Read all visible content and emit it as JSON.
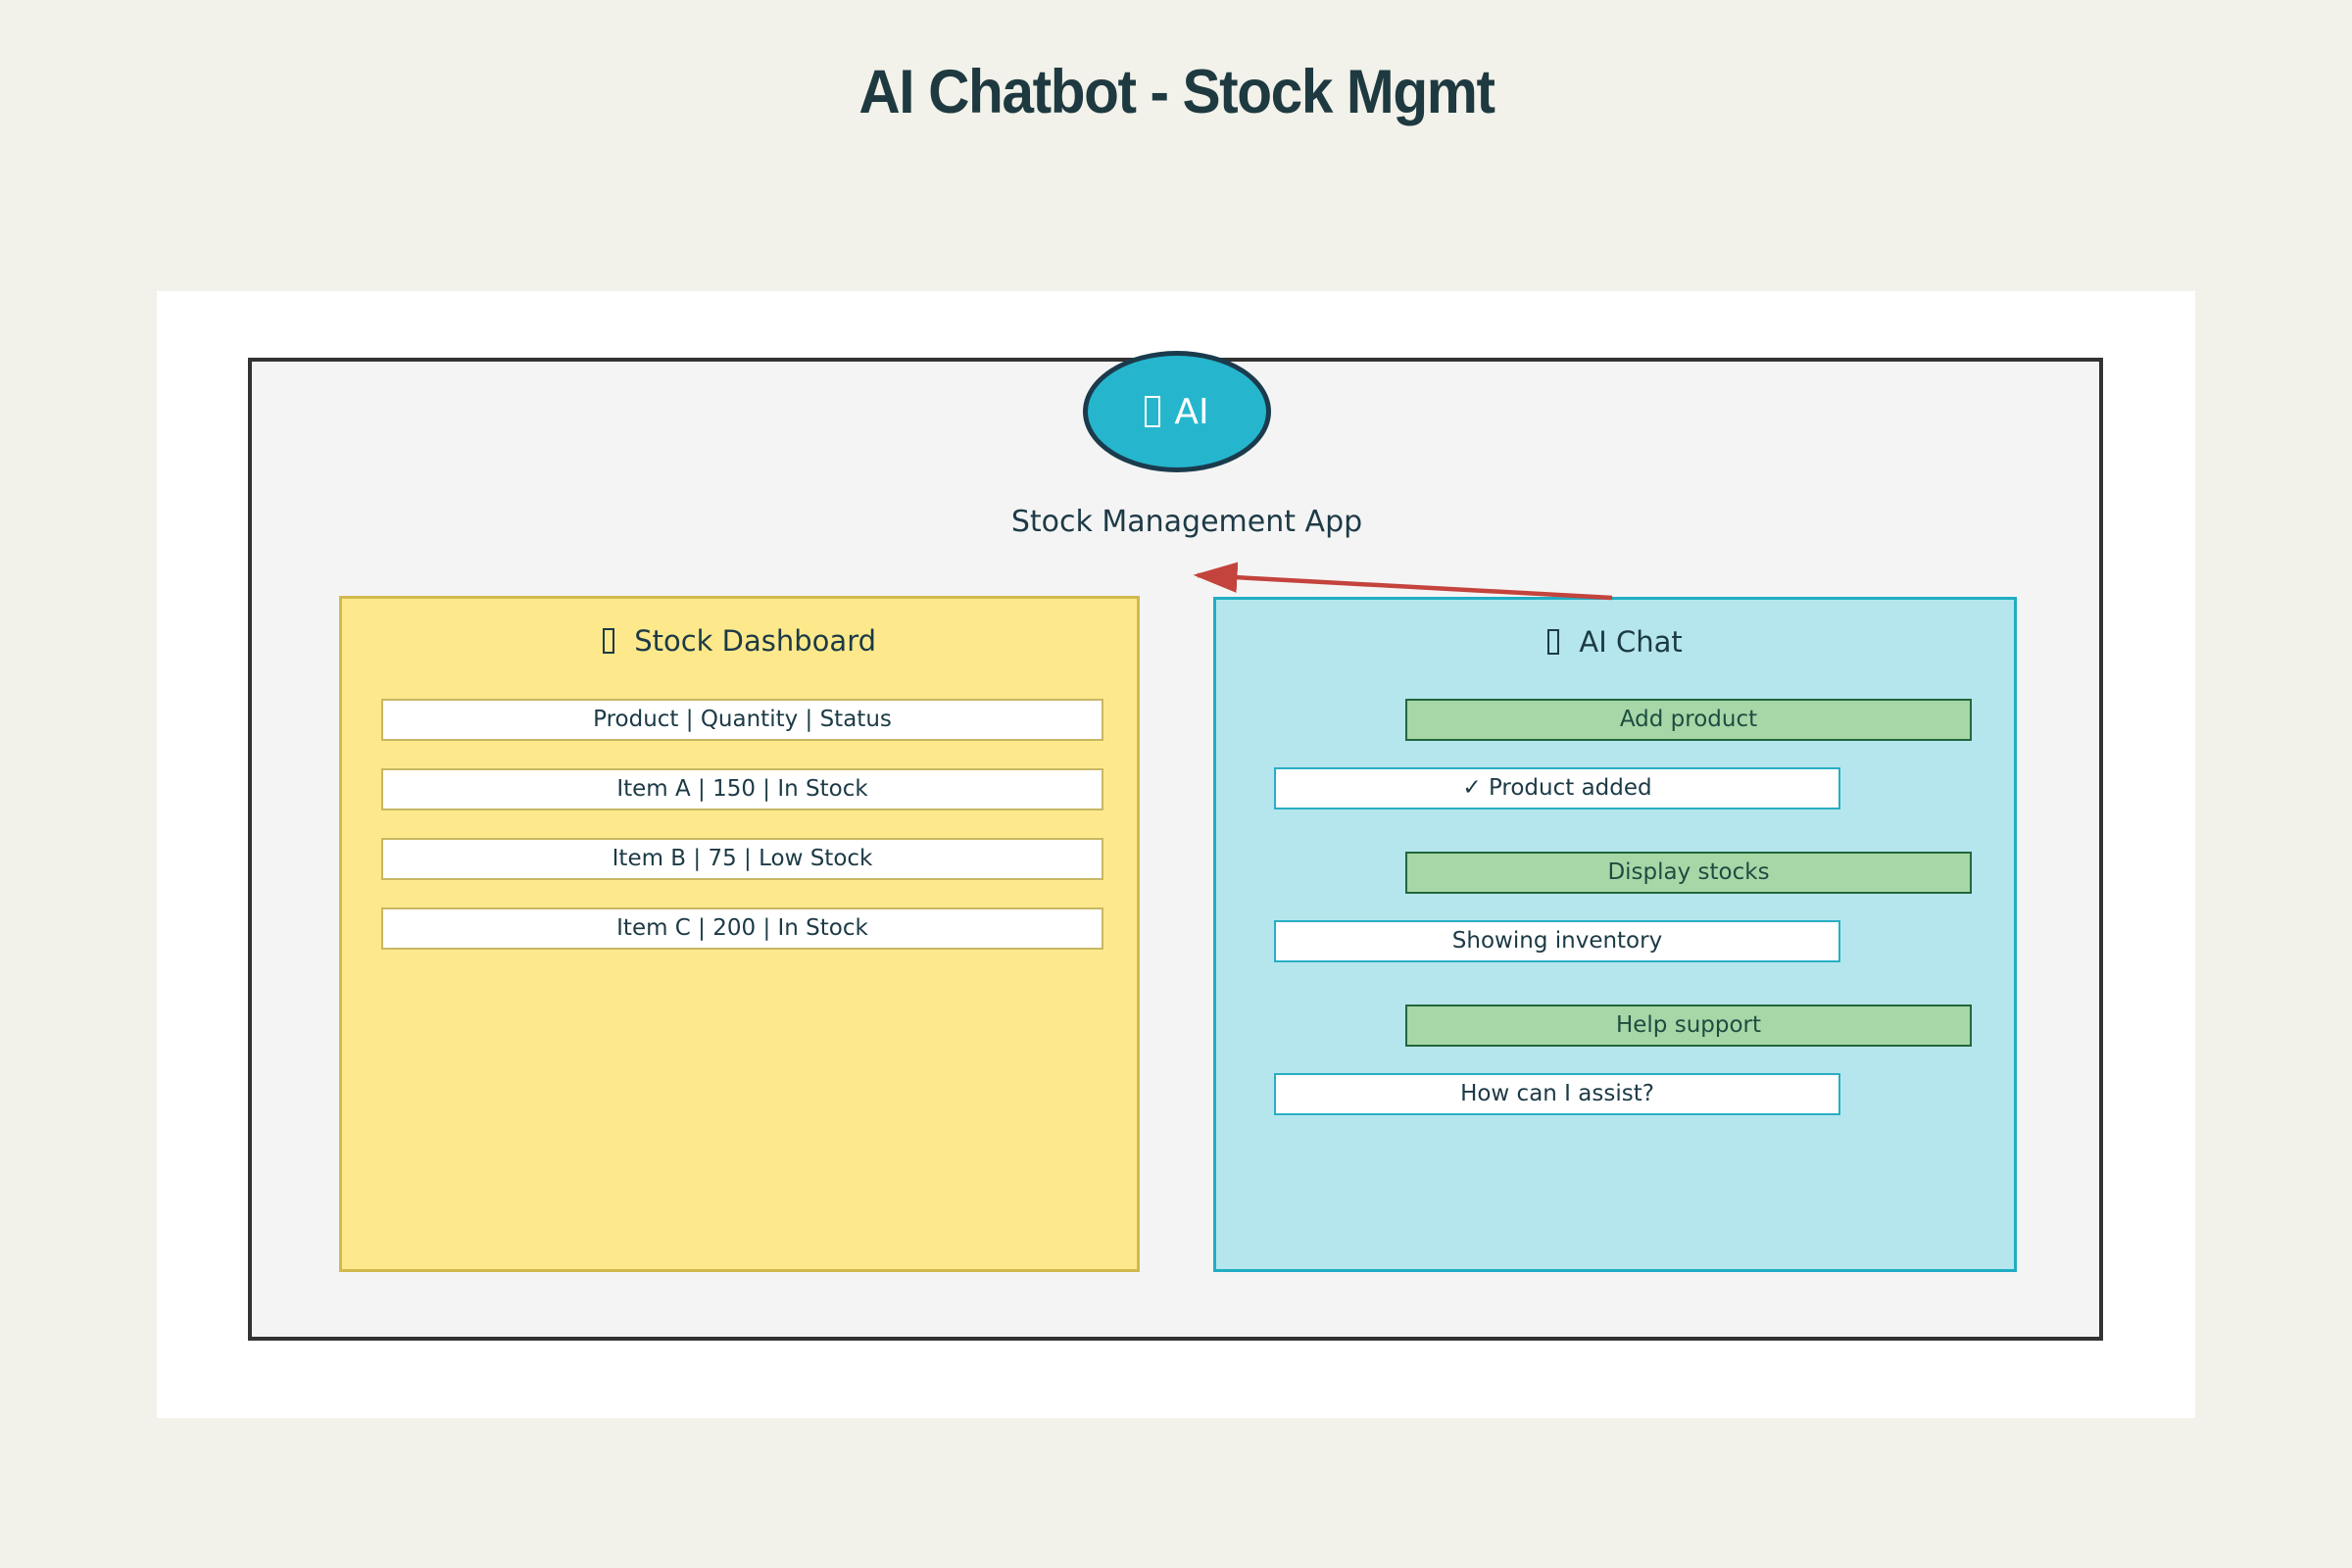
{
  "page": {
    "title": "AI Chatbot - Stock Mgmt"
  },
  "diagram": {
    "app_label": "Stock Management App",
    "ai_node": {
      "icon": "robot-emoji-tofu",
      "label": "AI"
    },
    "dashboard": {
      "icon": "chart-emoji-tofu",
      "title": "Stock Dashboard",
      "rows": [
        "Product | Quantity | Status",
        "Item A | 150 | In Stock",
        "Item B | 75 | Low Stock",
        "Item C | 200 | In Stock"
      ]
    },
    "chat": {
      "icon": "speech-emoji-tofu",
      "title": "AI Chat",
      "messages": [
        {
          "type": "user",
          "label": "Add product"
        },
        {
          "type": "bot",
          "label": "✓ Product added"
        },
        {
          "type": "user",
          "label": "Display stocks"
        },
        {
          "type": "bot",
          "label": "Showing inventory"
        },
        {
          "type": "user",
          "label": "Help support"
        },
        {
          "type": "bot",
          "label": "How can I assist?"
        }
      ]
    },
    "colors": {
      "background": "#f2f1ea",
      "canvas": "#ffffff",
      "frame_fill": "#f4f4f4",
      "frame_border": "#333333",
      "ai_node_fill": "#25b6cd",
      "ai_node_border": "#1b3b4d",
      "dashboard_fill": "#fde98c",
      "dashboard_border": "#d2b94e",
      "chat_fill": "#b5e6ed",
      "chat_border": "#20adc3",
      "user_button_fill": "#a7d7a7",
      "user_button_border": "#23663c",
      "bot_response_border": "#29aec3",
      "arrow": "#c4433d",
      "text_dark": "#1c3a46"
    }
  }
}
